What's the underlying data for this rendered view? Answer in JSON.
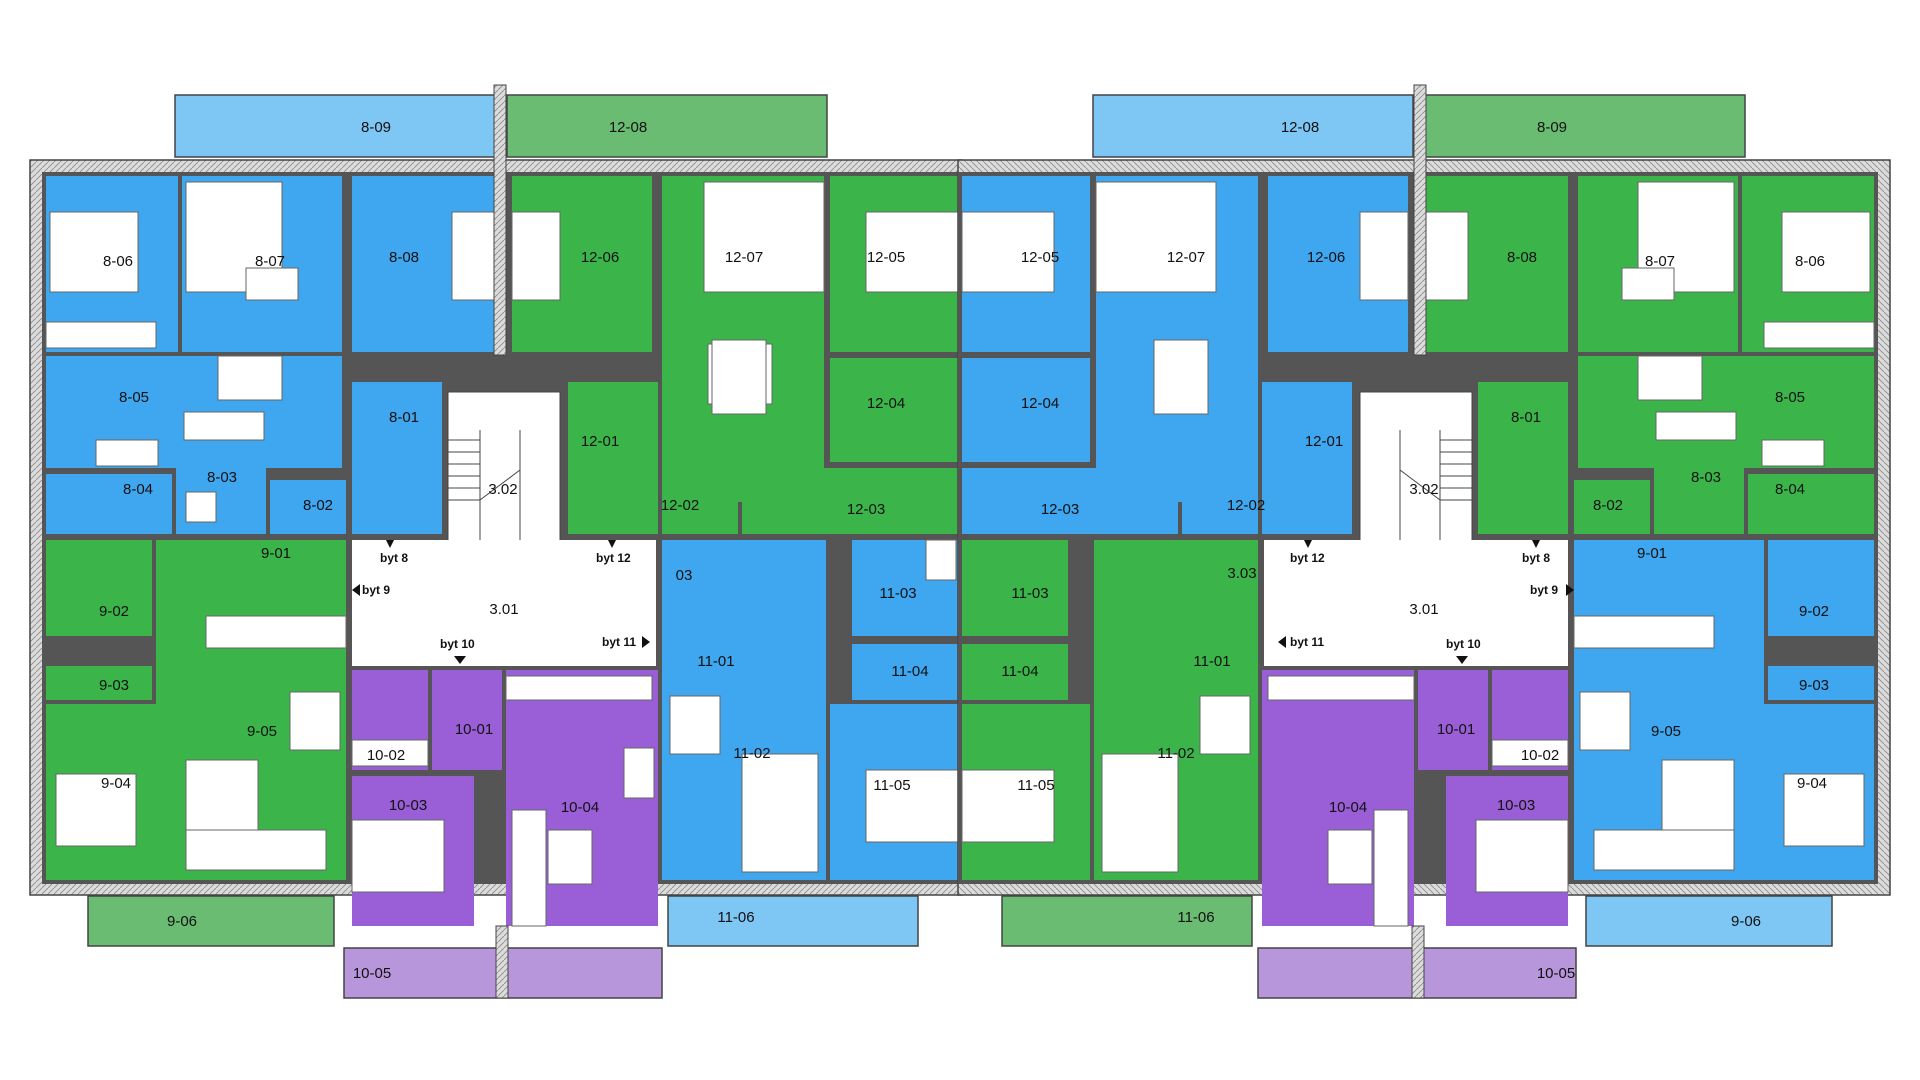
{
  "colors": {
    "blue": "#3fa6f0",
    "green": "#3bb54a",
    "purple": "#9a5fd6",
    "light_blue": "#7ec6f4",
    "light_green": "#6bbc73",
    "light_purple": "#b896dc",
    "corridor": "#ffffff",
    "wall": "#555555"
  },
  "rooms": [
    {
      "id": "8-09",
      "color": "light_blue"
    },
    {
      "id": "12-08",
      "color": "light_green"
    },
    {
      "id": "8-06",
      "color": "blue"
    },
    {
      "id": "8-07",
      "color": "blue"
    },
    {
      "id": "8-08",
      "color": "blue"
    },
    {
      "id": "12-06",
      "color": "green"
    },
    {
      "id": "12-07",
      "color": "green"
    },
    {
      "id": "12-05",
      "color": "green"
    },
    {
      "id": "8-05",
      "color": "blue"
    },
    {
      "id": "8-01",
      "color": "blue"
    },
    {
      "id": "8-03",
      "color": "blue"
    },
    {
      "id": "8-04",
      "color": "blue"
    },
    {
      "id": "8-02",
      "color": "blue"
    },
    {
      "id": "3.02",
      "color": "corridor"
    },
    {
      "id": "12-01",
      "color": "green"
    },
    {
      "id": "12-04",
      "color": "green"
    },
    {
      "id": "12-02",
      "color": "green"
    },
    {
      "id": "12-03",
      "color": "green"
    },
    {
      "id": "9-01",
      "color": "green"
    },
    {
      "id": "9-02",
      "color": "green"
    },
    {
      "id": "9-03",
      "color": "green"
    },
    {
      "id": "9-05",
      "color": "green"
    },
    {
      "id": "9-04",
      "color": "green"
    },
    {
      "id": "9-06",
      "color": "light_green"
    },
    {
      "id": "3.01",
      "color": "corridor"
    },
    {
      "id": "3.03",
      "color": "corridor"
    },
    {
      "id": "10-01",
      "color": "purple"
    },
    {
      "id": "10-02",
      "color": "purple"
    },
    {
      "id": "10-03",
      "color": "purple"
    },
    {
      "id": "10-04",
      "color": "purple"
    },
    {
      "id": "10-05",
      "color": "light_purple"
    },
    {
      "id": "11-01",
      "color": "blue"
    },
    {
      "id": "11-02",
      "color": "blue"
    },
    {
      "id": "11-03",
      "color": "blue"
    },
    {
      "id": "11-04",
      "color": "blue"
    },
    {
      "id": "11-05",
      "color": "blue"
    },
    {
      "id": "11-06",
      "color": "light_blue"
    }
  ],
  "labels": {
    "l_8_09": "8-09",
    "l_12_08": "12-08",
    "l_8_06": "8-06",
    "l_8_07": "8-07",
    "l_8_08": "8-08",
    "l_12_06": "12-06",
    "l_12_07": "12-07",
    "l_12_05": "12-05",
    "l_8_05": "8-05",
    "l_8_01": "8-01",
    "l_3_02": "3.02",
    "l_12_01": "12-01",
    "l_12_04": "12-04",
    "l_8_03": "8-03",
    "l_8_04": "8-04",
    "l_8_02": "8-02",
    "l_12_02": "12-02",
    "l_12_03": "12-03",
    "l_9_01": "9-01",
    "l_9_02": "9-02",
    "l_9_03": "9-03",
    "l_3_01": "3.01",
    "l_3_03": "3.03",
    "l_03": "03",
    "l_11_03": "11-03",
    "l_11_01": "11-01",
    "l_11_04": "11-04",
    "l_9_05": "9-05",
    "l_10_01": "10-01",
    "l_10_02": "10-02",
    "l_11_02": "11-02",
    "l_9_04": "9-04",
    "l_10_03": "10-03",
    "l_10_04": "10-04",
    "l_11_05": "11-05",
    "l_9_06": "9-06",
    "l_11_06": "11-06",
    "l_10_05": "10-05"
  },
  "markers": {
    "byt_8": "byt 8",
    "byt_9": "byt 9",
    "byt_10": "byt 10",
    "byt_11": "byt 11",
    "byt_12": "byt 12"
  }
}
